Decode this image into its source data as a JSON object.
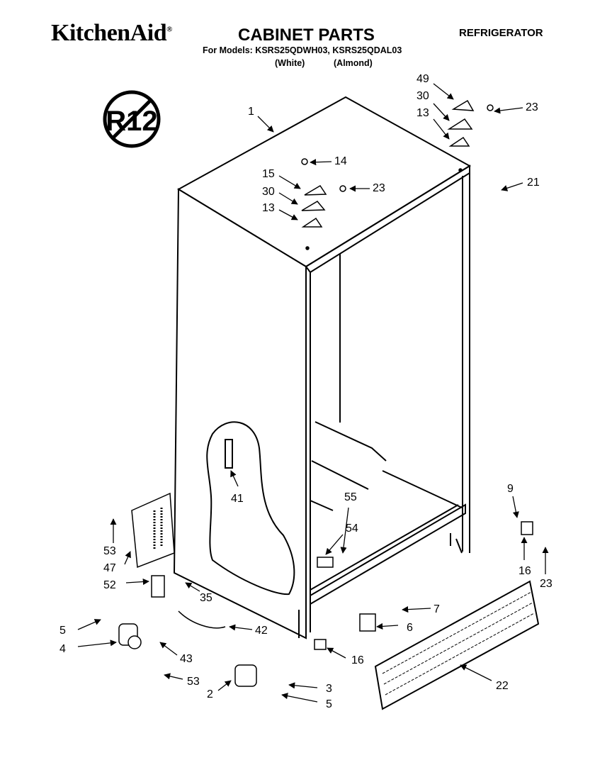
{
  "header": {
    "brand": "KitchenAid",
    "brand_mark": "®",
    "title": "CABINET PARTS",
    "appliance": "REFRIGERATOR",
    "models_line": "For Models: KSRS25QDWH03, KSRS25QDAL03",
    "variant_white": "(White)",
    "variant_almond": "(Almond)"
  },
  "stamp": {
    "text": "R12",
    "icon": "no-r12-refrigerant-icon"
  },
  "part_labels": [
    "1",
    "49",
    "30",
    "13",
    "23",
    "14",
    "15",
    "23",
    "30",
    "13",
    "21",
    "41",
    "55",
    "54",
    "9",
    "53",
    "47",
    "52",
    "35",
    "16",
    "23",
    "7",
    "6",
    "5",
    "4",
    "42",
    "43",
    "16",
    "53",
    "2",
    "3",
    "5",
    "22"
  ]
}
